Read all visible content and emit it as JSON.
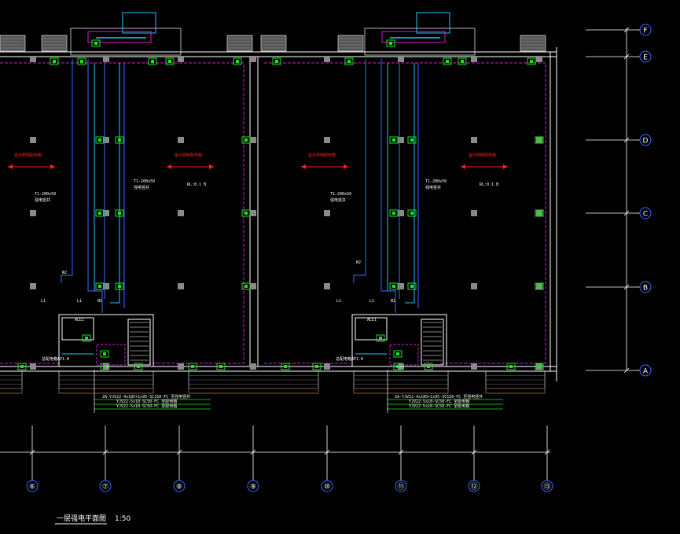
{
  "drawing": {
    "title": "一层强电平面图",
    "scale": "1:50",
    "colors": {
      "background": "#000000",
      "wall": "#ffffff",
      "column": "#8a8a8a",
      "cable_magenta": "#d21ed2",
      "cable_blue": "#3a6cff",
      "cable_cyan": "#20c8ff",
      "device_green": "#20e020",
      "annotation_red": "#ff2020",
      "stair_fill": "#7a5c3c",
      "grid_line": "#ffffff",
      "note_green": "#20e020"
    }
  },
  "grid": {
    "vertical_axes": [
      "⑥",
      "⑦",
      "⑧",
      "⑨",
      "⑩",
      "⑪",
      "⑫",
      "⑬"
    ],
    "horizontal_axes": [
      "F",
      "E",
      "D",
      "C",
      "B",
      "A"
    ]
  },
  "annotations": {
    "room_label": "RL:0.1 B",
    "tray_label": "T1-200x50",
    "riser_label": "强电竖井",
    "cable_l1": "L1",
    "cable_n1": "N1",
    "cable_w2": "W2",
    "red_note": "室外照明配电箱",
    "box_label": "ALE1",
    "panel_label": "总配电箱AP1-0",
    "feeder_1": "ZA-YJV22-4x185+1x95-SC150-FC 至强电竖井",
    "feeder_2": "YJV22-5x10-SC50-FC 至配电箱",
    "feeder_3": "YJV22-5x10-SC50-FC 至配电箱"
  }
}
